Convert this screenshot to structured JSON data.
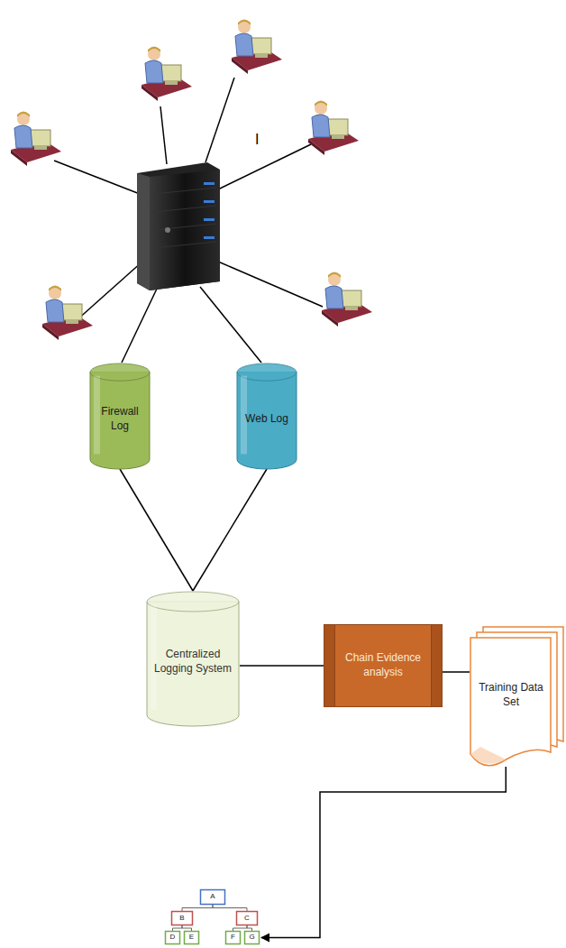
{
  "diagram": {
    "nodes": [
      {
        "text": [
          "Firewall Log"
        ]
      },
      {
        "text": [
          "Web Log"
        ]
      },
      {
        "text": [
          "Centralized Logging System"
        ]
      },
      {
        "text": [
          "Chain Evidence analysis"
        ]
      },
      {
        "text": [
          "Training Data Set"
        ]
      },
      {
        "text": [
          "A"
        ]
      },
      {
        "text": [
          "B"
        ]
      },
      {
        "text": [
          "C"
        ]
      },
      {
        "text": [
          "D"
        ]
      },
      {
        "text": [
          "E"
        ]
      },
      {
        "text": [
          "F"
        ]
      },
      {
        "text": [
          "G"
        ]
      }
    ],
    "edges": [
      {
        "from": 0,
        "to": 2,
        "arrow": "none"
      },
      {
        "from": 1,
        "to": 2,
        "arrow": "none"
      },
      {
        "from": 2,
        "to": 3,
        "arrow": "none"
      },
      {
        "from": 3,
        "to": 4,
        "arrow": "none"
      },
      {
        "from": 4,
        "to": 11,
        "arrow": "to"
      },
      {
        "from": 5,
        "to": 6,
        "arrow": "none"
      },
      {
        "from": 5,
        "to": 7,
        "arrow": "none"
      },
      {
        "from": 6,
        "to": 8,
        "arrow": "none"
      },
      {
        "from": 6,
        "to": 9,
        "arrow": "none"
      },
      {
        "from": 7,
        "to": 10,
        "arrow": "none"
      },
      {
        "from": 7,
        "to": 11,
        "arrow": "none"
      }
    ],
    "labels": [
      "I"
    ]
  }
}
